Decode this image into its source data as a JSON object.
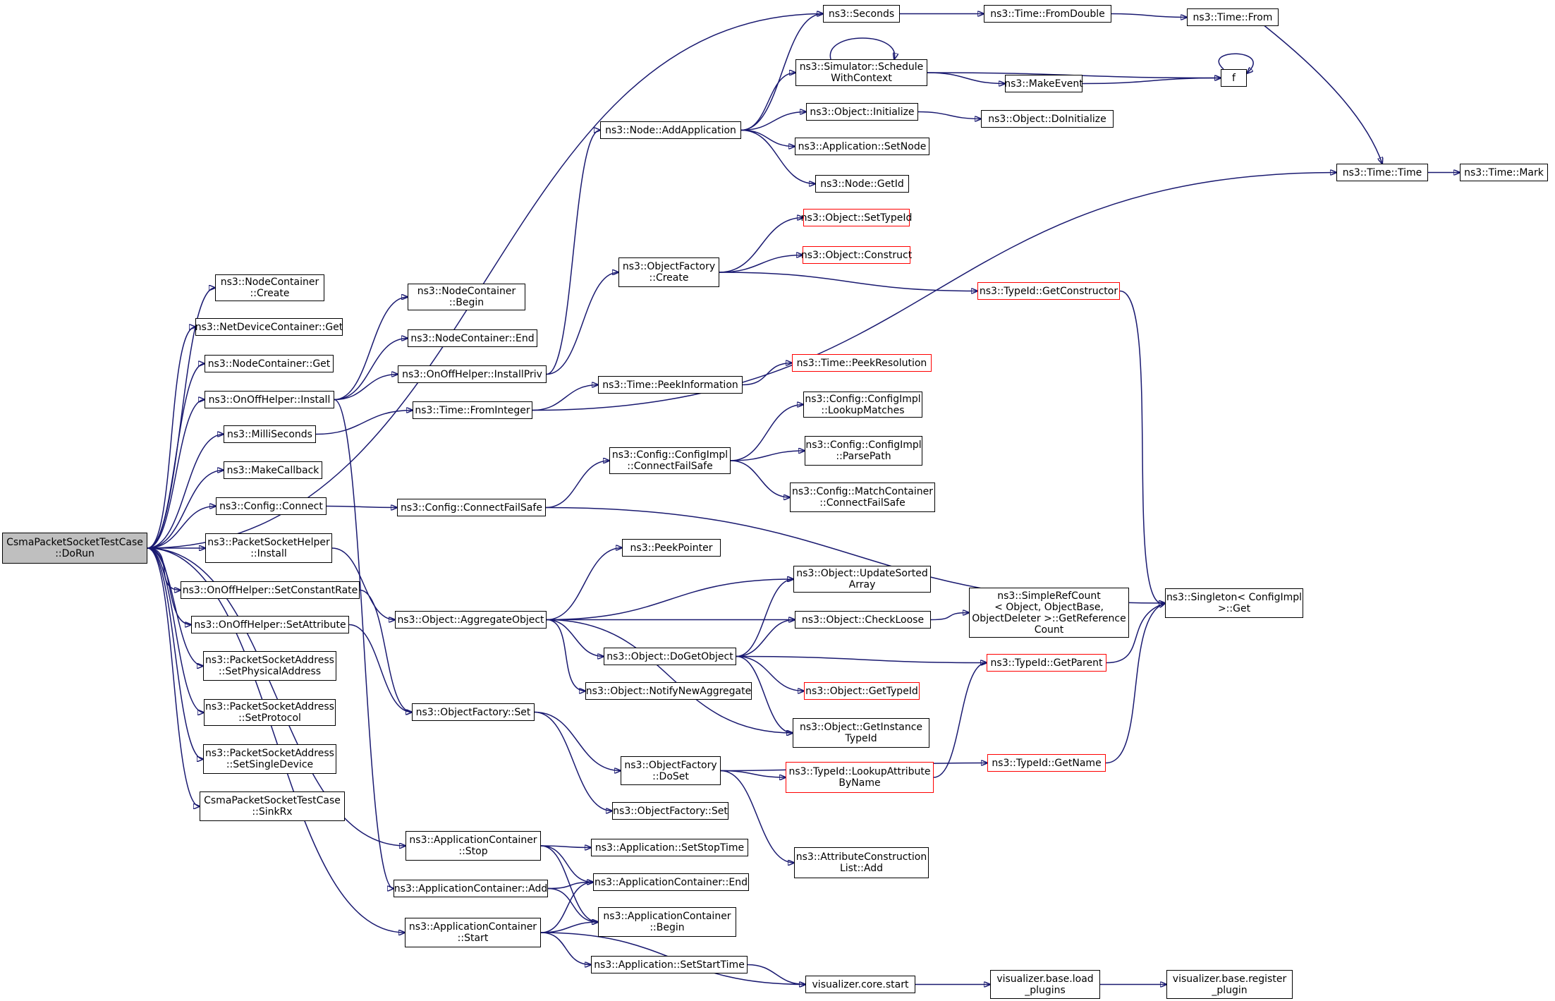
{
  "colors": {
    "edge": "#191970",
    "root_fill": "#bfbfbf",
    "incomplete_border": "#ff0000",
    "node_border": "#000000"
  },
  "nodes": {
    "root": [
      "CsmaPacketSocketTestCase",
      "::DoRun"
    ],
    "seconds": [
      "ns3::Seconds"
    ],
    "time_fromdouble": [
      "ns3::Time::FromDouble"
    ],
    "time_from": [
      "ns3::Time::From"
    ],
    "schedule_with_context": [
      "ns3::Simulator::Schedule",
      "WithContext"
    ],
    "f": [
      "f"
    ],
    "make_event": [
      "ns3::MakeEvent"
    ],
    "node_add_application": [
      "ns3::Node::AddApplication"
    ],
    "object_initialize": [
      "ns3::Object::Initialize"
    ],
    "object_doinitialize": [
      "ns3::Object::DoInitialize"
    ],
    "application_setnode": [
      "ns3::Application::SetNode"
    ],
    "node_getid": [
      "ns3::Node::GetId"
    ],
    "time_time": [
      "ns3::Time::Time"
    ],
    "time_mark": [
      "ns3::Time::Mark"
    ],
    "object_settypeid": [
      "ns3::Object::SetTypeId"
    ],
    "object_construct": [
      "ns3::Object::Construct"
    ],
    "objectfactory_create": [
      "ns3::ObjectFactory",
      "::Create"
    ],
    "typeid_getconstructor": [
      "ns3::TypeId::GetConstructor"
    ],
    "nodecontainer_create": [
      "ns3::NodeContainer",
      "::Create"
    ],
    "netdevicecontainer_get": [
      "ns3::NetDeviceContainer::Get"
    ],
    "nodecontainer_get": [
      "ns3::NodeContainer::Get"
    ],
    "nodecontainer_begin": [
      "ns3::NodeContainer",
      "::Begin"
    ],
    "nodecontainer_end": [
      "ns3::NodeContainer::End"
    ],
    "onoff_installpriv": [
      "ns3::OnOffHelper::InstallPriv"
    ],
    "onoff_install": [
      "ns3::OnOffHelper::Install"
    ],
    "time_peekresolution": [
      "ns3::Time::PeekResolution"
    ],
    "time_peekinformation": [
      "ns3::Time::PeekInformation"
    ],
    "milliseconds": [
      "ns3::MilliSeconds"
    ],
    "time_frominteger": [
      "ns3::Time::FromInteger"
    ],
    "configimpl_lookupmatches": [
      "ns3::Config::ConfigImpl",
      "::LookupMatches"
    ],
    "configimpl_connectfailsafe": [
      "ns3::Config::ConfigImpl",
      "::ConnectFailSafe"
    ],
    "configimpl_parsepath": [
      "ns3::Config::ConfigImpl",
      "::ParsePath"
    ],
    "make_callback": [
      "ns3::MakeCallback"
    ],
    "matchcontainer_connectfailsafe": [
      "ns3::Config::MatchContainer",
      "::ConnectFailSafe"
    ],
    "config_connect": [
      "ns3::Config::Connect"
    ],
    "config_connectfailsafe": [
      "ns3::Config::ConnectFailSafe"
    ],
    "peekpointer": [
      "ns3::PeekPointer"
    ],
    "packetsockethelper_install": [
      "ns3::PacketSocketHelper",
      "::Install"
    ],
    "object_updatesortedarray": [
      "ns3::Object::UpdateSorted",
      "Array"
    ],
    "singleton_get": [
      "ns3::Singleton< ConfigImpl",
      " >::Get"
    ],
    "onoff_setconstantrate": [
      "ns3::OnOffHelper::SetConstantRate"
    ],
    "simplerefcount_getreferencecount": [
      "ns3::SimpleRefCount",
      "< Object, ObjectBase,",
      " ObjectDeleter >::GetReference",
      "Count"
    ],
    "object_aggregateobject": [
      "ns3::Object::AggregateObject"
    ],
    "object_checkloose": [
      "ns3::Object::CheckLoose"
    ],
    "onoff_setattribute": [
      "ns3::OnOffHelper::SetAttribute"
    ],
    "object_dogetobject": [
      "ns3::Object::DoGetObject"
    ],
    "typeid_getparent": [
      "ns3::TypeId::GetParent"
    ],
    "psa_setphysicaladdress": [
      "ns3::PacketSocketAddress",
      "::SetPhysicalAddress"
    ],
    "object_notifynewaggregate": [
      "ns3::Object::NotifyNewAggregate"
    ],
    "object_gettypeid": [
      "ns3::Object::GetTypeId"
    ],
    "psa_setprotocol": [
      "ns3::PacketSocketAddress",
      "::SetProtocol"
    ],
    "objectfactory_set": [
      "ns3::ObjectFactory::Set"
    ],
    "object_getinstancetypeid": [
      "ns3::Object::GetInstance",
      "TypeId"
    ],
    "psa_setsingledevice": [
      "ns3::PacketSocketAddress",
      "::SetSingleDevice"
    ],
    "objectfactory_doset": [
      "ns3::ObjectFactory",
      "::DoSet"
    ],
    "typeid_lookupattributebyname": [
      "ns3::TypeId::LookupAttribute",
      "ByName"
    ],
    "typeid_getname": [
      "ns3::TypeId::GetName"
    ],
    "sinkrx": [
      "CsmaPacketSocketTestCase",
      "::SinkRx"
    ],
    "objectfactory_set2": [
      "ns3::ObjectFactory::Set"
    ],
    "appcontainer_stop": [
      "ns3::ApplicationContainer",
      "::Stop"
    ],
    "application_setstoptime": [
      "ns3::Application::SetStopTime"
    ],
    "attributeconstructionlist_add": [
      "ns3::AttributeConstruction",
      "List::Add"
    ],
    "appcontainer_add": [
      "ns3::ApplicationContainer::Add"
    ],
    "appcontainer_end": [
      "ns3::ApplicationContainer::End"
    ],
    "appcontainer_begin": [
      "ns3::ApplicationContainer",
      "::Begin"
    ],
    "appcontainer_start": [
      "ns3::ApplicationContainer",
      "::Start"
    ],
    "application_setstarttime": [
      "ns3::Application::SetStartTime"
    ],
    "visualizer_core_start": [
      "visualizer.core.start"
    ],
    "visualizer_base_load_plugins": [
      "visualizer.base.load",
      "_plugins"
    ],
    "visualizer_base_register_plugin": [
      "visualizer.base.register",
      "_plugin"
    ]
  }
}
